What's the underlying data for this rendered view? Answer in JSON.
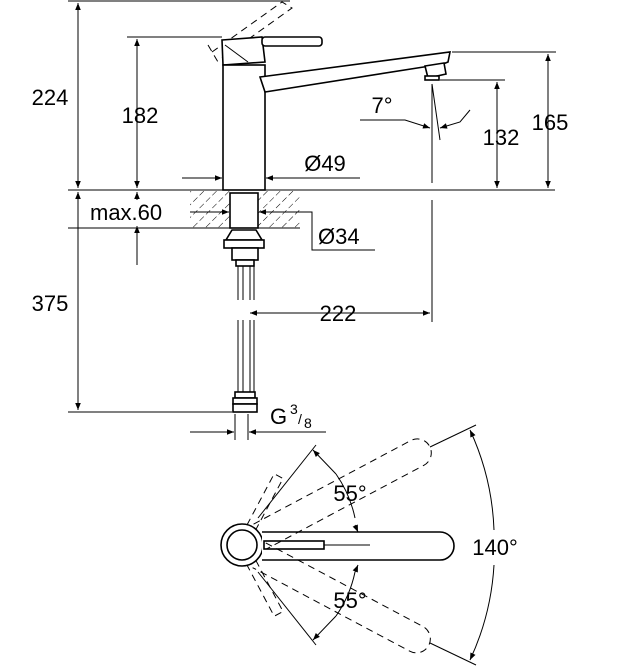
{
  "title": "Kitchen faucet dimension drawing",
  "dimensions": {
    "total_height": "224",
    "spout_pivot_height": "182",
    "spout_height": "165",
    "outlet_height": "132",
    "spout_angle": "7°",
    "body_diameter": "Ø49",
    "max_counter_thickness": "max.60",
    "hole_diameter": "Ø34",
    "below_counter_length": "375",
    "spout_reach": "222",
    "connection_thread_prefix": "G",
    "connection_thread_num": "3",
    "connection_thread_den": "8",
    "swivel_left": "55°",
    "swivel_right": "55°",
    "swivel_total": "140°"
  },
  "colors": {
    "line": "#000000",
    "background": "#ffffff"
  }
}
